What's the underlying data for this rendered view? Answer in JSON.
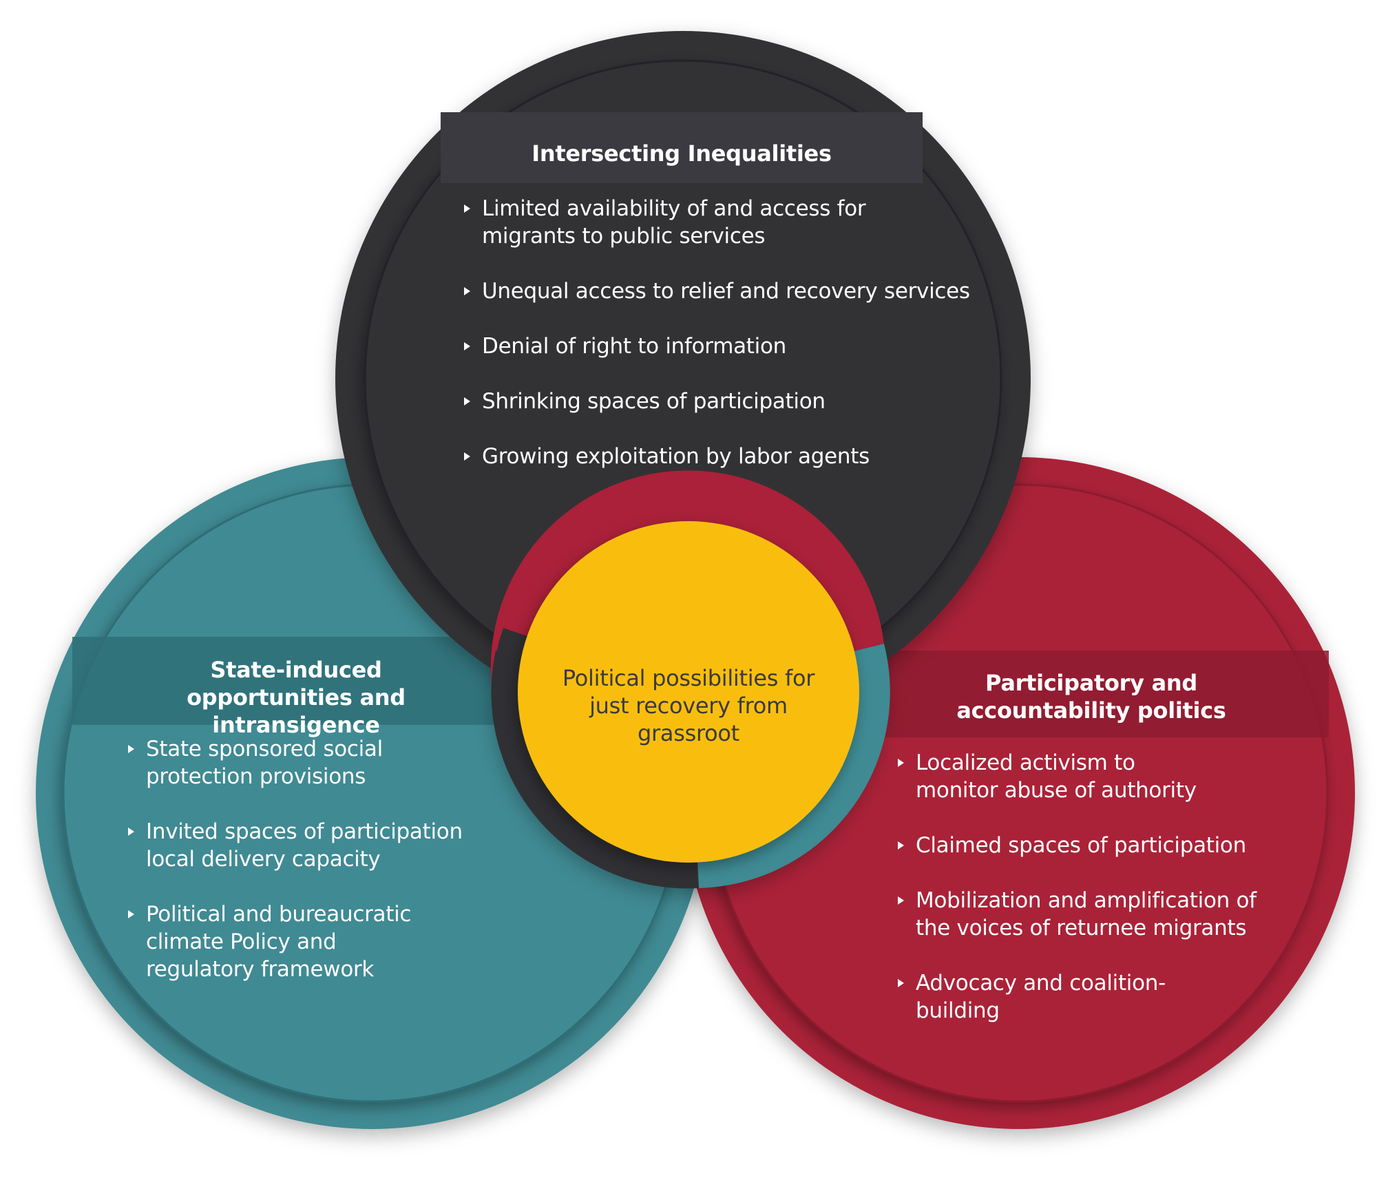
{
  "colors": {
    "dark": "#303034",
    "teal": "#3f8a93",
    "red": "#aa2139",
    "yellow": "#f9be11"
  },
  "top_circle": {
    "title": "Intersecting Inequalities",
    "items": [
      "Limited availability of and access for migrants to public services",
      "Unequal access to relief and recovery services",
      "Denial of right to information",
      "Shrinking spaces of participation",
      "Growing exploitation by labor agents"
    ]
  },
  "left_circle": {
    "title": "State-induced opportunities and intransigence",
    "items": [
      "State sponsored social protection provisions",
      "Invited spaces of participation local delivery capacity",
      "Political and bureaucratic climate Policy and regulatory framework"
    ]
  },
  "right_circle": {
    "title": "Participatory and accountability politics",
    "items": [
      "Localized activism to monitor abuse of authority",
      "Claimed spaces of participation",
      "Mobilization and amplification of the voices of returnee migrants",
      "Advocacy and coalition-building"
    ]
  },
  "center": {
    "label": "Political possibilities for just recovery from grassroot"
  }
}
